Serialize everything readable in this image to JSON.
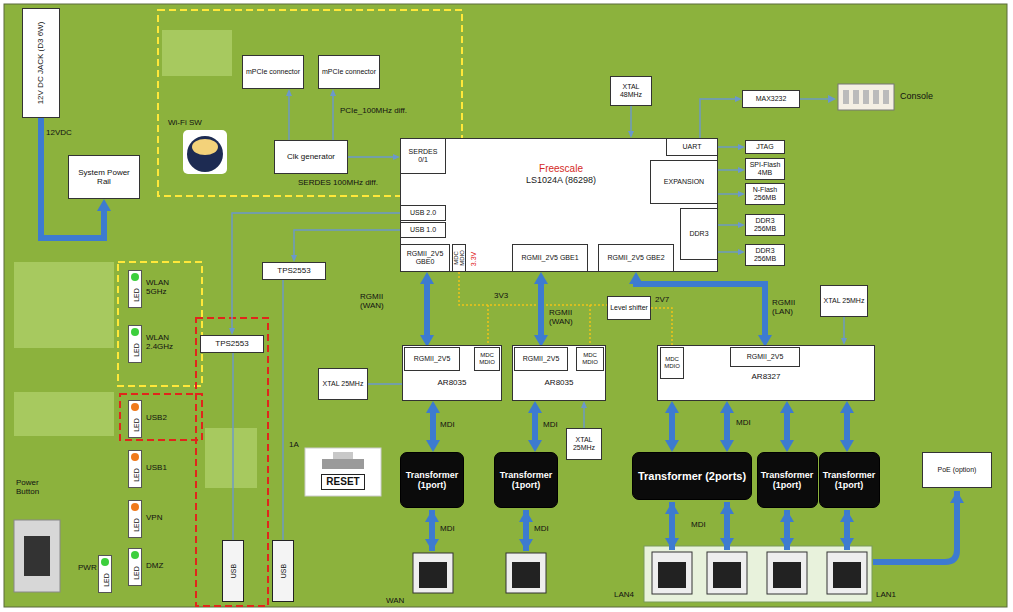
{
  "diagram": {
    "nodes": [
      {
        "text": [
          "12V DC JACK (D3 6W)"
        ]
      },
      {
        "text": [
          "System Power Rail"
        ]
      },
      {
        "text": [
          "mPCIe connector"
        ]
      },
      {
        "text": [
          "mPCIe connector"
        ]
      },
      {
        "text": [
          "Clk generator"
        ]
      },
      {
        "text": [
          "Freescale",
          "LS1024A (86298)"
        ]
      },
      {
        "text": [
          "SERDES 0/1"
        ],
        "in": 5
      },
      {
        "text": [
          "USB 2.0"
        ],
        "in": 5
      },
      {
        "text": [
          "USB 1.0"
        ],
        "in": 5
      },
      {
        "text": [
          "RGMII_2V5 GBE0"
        ],
        "in": 5
      },
      {
        "text": [
          "MDC MDIO"
        ],
        "in": 5
      },
      {
        "text": [
          "RGMII_2V5 GBE1"
        ],
        "in": 5
      },
      {
        "text": [
          "RGMII_2V5 GBE2"
        ],
        "in": 5
      },
      {
        "text": [
          "UART"
        ],
        "in": 5
      },
      {
        "text": [
          "EXPANSION"
        ],
        "in": 5
      },
      {
        "text": [
          "DDR3"
        ],
        "in": 5
      },
      {
        "text": [
          "XTAL 48MHz"
        ]
      },
      {
        "text": [
          "MAX3232"
        ]
      },
      {
        "text": [
          "JTAG"
        ]
      },
      {
        "text": [
          "SPI-Flash 4MB"
        ]
      },
      {
        "text": [
          "N-Flash 256MB"
        ]
      },
      {
        "text": [
          "DDR3 256MB"
        ]
      },
      {
        "text": [
          "DDR3 256MB"
        ]
      },
      {
        "text": [
          "TPS2553"
        ]
      },
      {
        "text": [
          "TPS2553"
        ]
      },
      {
        "text": [
          "Level shifter"
        ]
      },
      {
        "text": [
          "XTAL 25MHz"
        ]
      },
      {
        "text": [
          "AR8035"
        ]
      },
      {
        "text": [
          "RGMII_2V5"
        ],
        "in": 27
      },
      {
        "text": [
          "MDC MDIO"
        ],
        "in": 27
      },
      {
        "text": [
          "AR8035"
        ]
      },
      {
        "text": [
          "RGMII_2V5"
        ],
        "in": 30
      },
      {
        "text": [
          "MDC MDIO"
        ],
        "in": 30
      },
      {
        "text": [
          "AR8327"
        ]
      },
      {
        "text": [
          "MDC MDIO"
        ],
        "in": 33
      },
      {
        "text": [
          "RGMII_2V5"
        ],
        "in": 33
      },
      {
        "text": [
          "XTAL 25MHz"
        ]
      },
      {
        "text": [
          "XTAL 25MHz"
        ]
      },
      {
        "text": [
          "Transformer (1port)"
        ]
      },
      {
        "text": [
          "Transformer (1port)"
        ]
      },
      {
        "text": [
          "Transformer (2ports)"
        ]
      },
      {
        "text": [
          "Transformer (1port)"
        ]
      },
      {
        "text": [
          "Transformer (1port)"
        ]
      },
      {
        "text": [
          "PoE (option)"
        ]
      },
      {
        "text": [
          "RESET"
        ]
      },
      {
        "text": [
          "LED"
        ]
      },
      {
        "text": [
          "LED"
        ]
      },
      {
        "text": [
          "LED"
        ]
      },
      {
        "text": [
          "LED"
        ]
      },
      {
        "text": [
          "LED"
        ]
      },
      {
        "text": [
          "LED"
        ]
      },
      {
        "text": [
          "LED"
        ]
      },
      {
        "text": [
          "USB"
        ]
      },
      {
        "text": [
          "USB"
        ]
      }
    ],
    "edges": [
      {
        "from": 0,
        "to": 1,
        "arrow": "to",
        "label": "12VDC"
      },
      {
        "from": 4,
        "to": 2,
        "arrow": "to"
      },
      {
        "from": 4,
        "to": 3,
        "arrow": "to"
      },
      {
        "from": 4,
        "to": 6,
        "arrow": "to"
      },
      {
        "from": 16,
        "to": 5,
        "arrow": "to"
      },
      {
        "from": 13,
        "to": 17,
        "arrow": "to"
      },
      {
        "from": 5,
        "to": 18,
        "arrow": "to"
      },
      {
        "from": 14,
        "to": 19,
        "arrow": "to"
      },
      {
        "from": 14,
        "to": 20,
        "arrow": "to"
      },
      {
        "from": 15,
        "to": 21,
        "arrow": "to"
      },
      {
        "from": 15,
        "to": 22,
        "arrow": "to"
      },
      {
        "from": 7,
        "to": 24,
        "arrow": "to"
      },
      {
        "from": 8,
        "to": 23,
        "arrow": "to"
      },
      {
        "from": 24,
        "to": 52,
        "arrow": "none"
      },
      {
        "from": 23,
        "to": 53,
        "arrow": "none"
      },
      {
        "from": 9,
        "to": 28,
        "arrow": "both",
        "label": "RGMII (WAN)"
      },
      {
        "from": 11,
        "to": 31,
        "arrow": "both",
        "label": "RGMII (WAN)"
      },
      {
        "from": 12,
        "to": 35,
        "arrow": "both",
        "label": "RGMII (LAN)"
      },
      {
        "from": 26,
        "to": 33,
        "arrow": "to"
      },
      {
        "from": 36,
        "to": 27,
        "arrow": "none"
      },
      {
        "from": 37,
        "to": 30,
        "arrow": "to"
      },
      {
        "from": 27,
        "to": 38,
        "arrow": "both"
      },
      {
        "from": 30,
        "to": 39,
        "arrow": "both"
      },
      {
        "from": 33,
        "to": 40,
        "arrow": "both"
      },
      {
        "from": 33,
        "to": 40,
        "arrow": "both"
      },
      {
        "from": 33,
        "to": 41,
        "arrow": "both"
      },
      {
        "from": 33,
        "to": 42,
        "arrow": "both"
      }
    ],
    "labels": [
      "Wi-Fi SW",
      "PCIe_100MHz diff.",
      "SERDES 100MHz diff.",
      "3.3V",
      "Console",
      "3V3",
      "2V7",
      "MDI",
      "MDI",
      "MDI",
      "MDI",
      "MDI",
      "MDI",
      "WAN",
      "LAN4",
      "LAN1",
      "WLAN 5GHz",
      "WLAN 2.4GHz",
      "USB2",
      "USB1",
      "VPN",
      "DMZ",
      "PWR",
      "Power Button",
      "1A"
    ]
  }
}
